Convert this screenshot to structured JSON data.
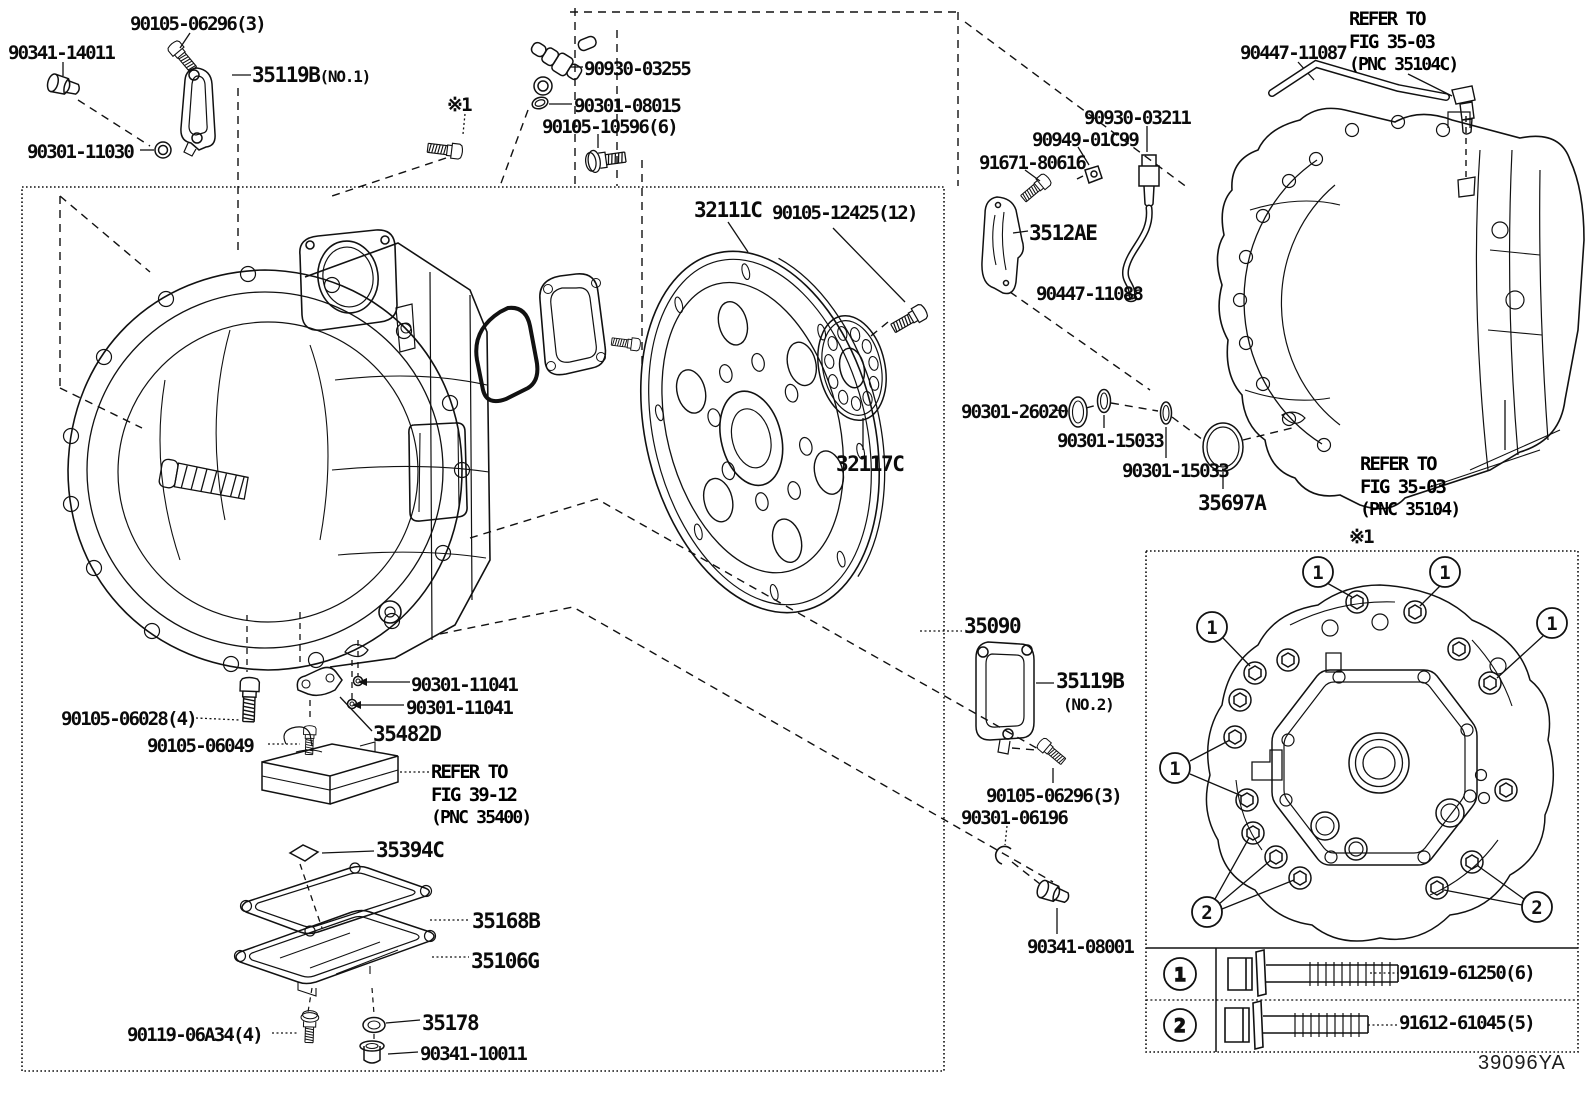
{
  "doc": {
    "code": "39096YA",
    "marker": "※1"
  },
  "legend": {
    "rows": [
      {
        "num": "1",
        "part": "91619-61250(6)"
      },
      {
        "num": "2",
        "part": "91612-61045(5)"
      }
    ]
  },
  "labels": {
    "plug_14011": "90341-14011",
    "bolt_06296": "90105-06296(3)",
    "g35119b": "35119B",
    "g35119b_no1": "(NO.1)",
    "g35119b_no2": "(NO.2)",
    "oring_11030": "90301-11030",
    "breather_03255": "90930-03255",
    "oring_08015": "90301-08015",
    "bolt_10596": "90105-10596(6)",
    "driveplate_32111c": "32111C",
    "bolt_12425": "90105-12425(12)",
    "sensor_03211": "90930-03211",
    "clamp_01c99": "90949-01C99",
    "bolt_80616": "91671-80616",
    "plate_3512ae": "3512AE",
    "hose_11088": "90447-11088",
    "hose_11087": "90447-11087",
    "oring_26020": "90301-26020",
    "oring_15033": "90301-15033",
    "ring_35697a": "35697A",
    "spacer_32117c": "32117C",
    "gasket_35090": "35090",
    "snap_06196": "90301-06196",
    "plug_08001": "90341-08001",
    "washer_11041": "90301-11041",
    "bracket_35482d": "35482D",
    "bolt_06028": "90105-06028(4)",
    "bolt_06049": "90105-06049",
    "sheet_35394c": "35394C",
    "gasket_35168b": "35168B",
    "pan_35106g": "35106G",
    "gasket_35178": "35178",
    "bolt_06a34": "90119-06A34(4)",
    "plug_10011": "90341-10011"
  },
  "refs": {
    "fig3503c": {
      "l1": "REFER TO",
      "l2": "FIG 35-03",
      "l3": "(PNC 35104C)"
    },
    "fig3503": {
      "l1": "REFER TO",
      "l2": "FIG 35-03",
      "l3": "(PNC 35104)"
    },
    "fig3912": {
      "l1": "REFER TO",
      "l2": "FIG 39-12",
      "l3": "(PNC 35400)"
    }
  }
}
